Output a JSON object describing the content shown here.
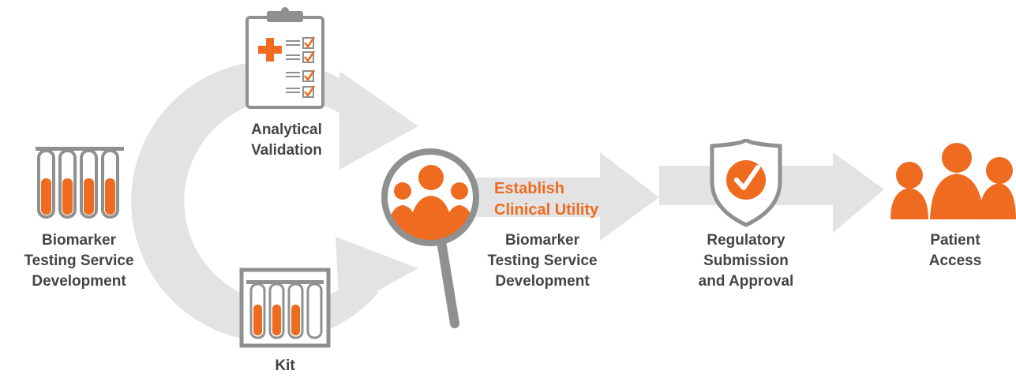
{
  "colors": {
    "accent": "#ee6b20",
    "grey": "#8f9090",
    "light_grey": "#e3e3e3",
    "text": "#444444"
  },
  "steps": {
    "biomarker_left": {
      "lines": [
        "Biomarker",
        "Testing Service",
        "Development"
      ],
      "icon": "test-tubes-icon"
    },
    "analytical": {
      "lines": [
        "Analytical",
        "Validation"
      ],
      "icon": "clipboard-checklist-icon"
    },
    "kit": {
      "lines": [
        "Kit"
      ],
      "icon": "test-tube-rack-icon"
    },
    "clinical": {
      "highlight_lines": [
        "Establish",
        "Clinical Utility"
      ],
      "lines": [
        "Biomarker",
        "Testing Service",
        "Development"
      ],
      "icon": "magnifier-people-icon"
    },
    "regulatory": {
      "lines": [
        "Regulatory",
        "Submission",
        "and Approval"
      ],
      "icon": "shield-check-icon"
    },
    "patient": {
      "lines": [
        "Patient",
        "Access"
      ],
      "icon": "people-group-icon"
    }
  }
}
